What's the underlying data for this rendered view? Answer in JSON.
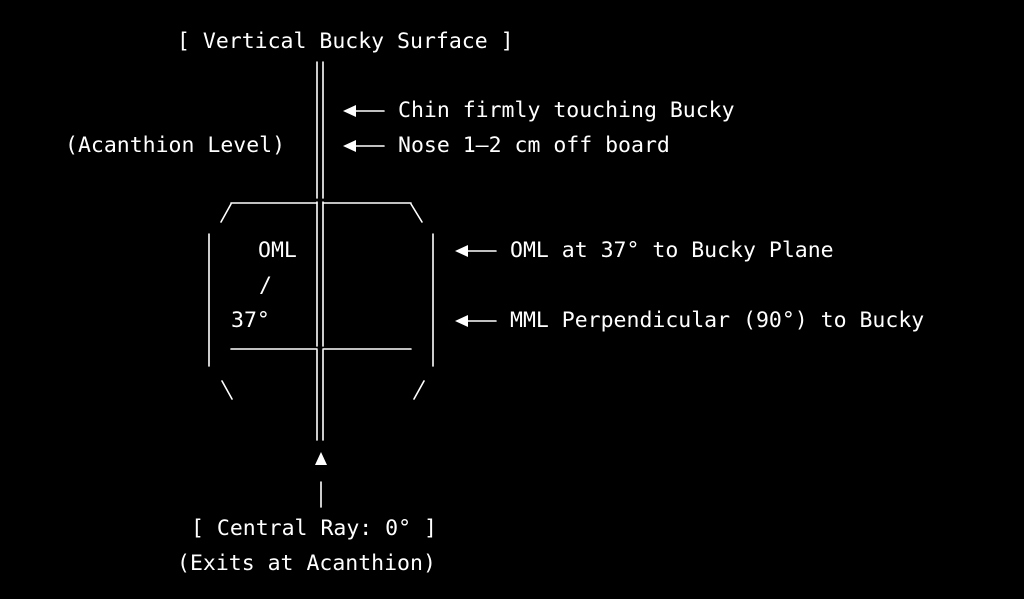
{
  "colors": {
    "background": "#000000",
    "foreground": "#ffffff"
  },
  "labels": {
    "bucky_surface": "[ Vertical Bucky Surface ]",
    "acanthion_level": "(Acanthion Level)",
    "chin": "Chin firmly touching Bucky",
    "nose": "Nose 1–2 cm off board",
    "oml_note": "OML at 37° to Bucky Plane",
    "mml_note": "MML Perpendicular (90°) to Bucky",
    "oml_in_skull": "OML",
    "oml_slash": "/",
    "angle": "37°",
    "central_ray": "[ Central Ray: 0° ]",
    "exits": "(Exits at Acanthion)"
  },
  "icons": {
    "bucky_line": "double-vertical-line",
    "pointer": "left-arrow",
    "skull_outline": "ascii-box-with-diagonal-corners",
    "ray_arrow": "up-arrow"
  }
}
